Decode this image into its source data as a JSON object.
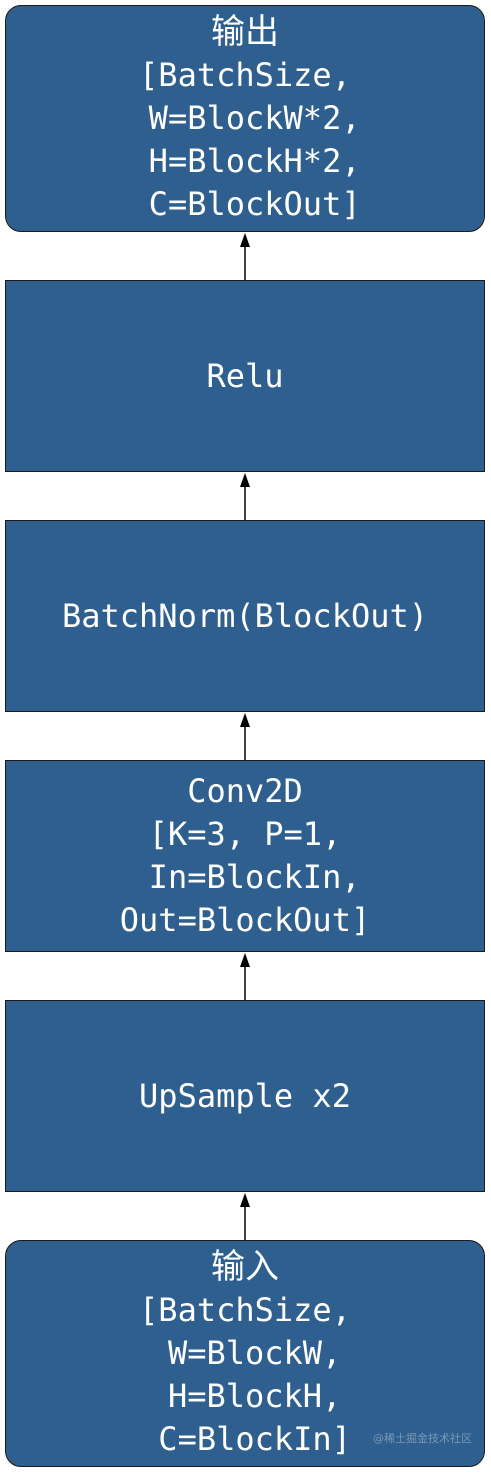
{
  "colors": {
    "node_fill": "#2e5f8e",
    "node_border": "#1a1a1a",
    "text": "#ffffff",
    "arrow": "#000000"
  },
  "nodes": {
    "output": {
      "title": "输出",
      "lines": [
        "[BatchSize,",
        " W=BlockW*2,",
        " H=BlockH*2,",
        " C=BlockOut]"
      ]
    },
    "relu": {
      "label": "Relu"
    },
    "batchnorm": {
      "label": "BatchNorm(BlockOut)"
    },
    "conv2d": {
      "title": "Conv2D",
      "lines": [
        "[K=3, P=1,",
        " In=BlockIn,",
        "Out=BlockOut]"
      ]
    },
    "upsample": {
      "label": "UpSample x2"
    },
    "input": {
      "title": "输入",
      "lines": [
        "[BatchSize,",
        " W=BlockW,",
        " H=BlockH,",
        " C=BlockIn]"
      ]
    }
  },
  "watermark": "@稀土掘金技术社区"
}
